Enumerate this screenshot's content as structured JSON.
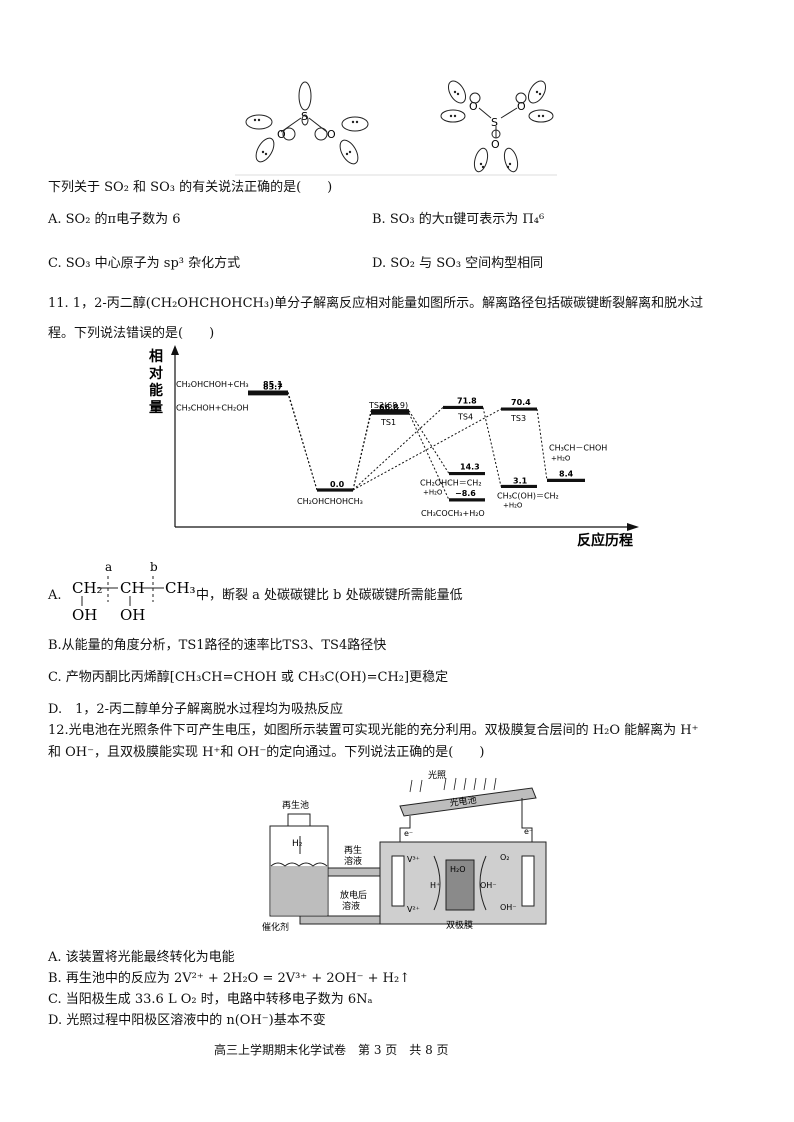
{
  "q10": {
    "stem": "下列关于 SO₂ 和 SO₃ 的有关说法正确的是(　　)",
    "options": {
      "A": "A. SO₂ 的π电子数为 6",
      "B": "B. SO₃ 的大π键可表示为 Π₄⁶",
      "C": "C. SO₃ 中心原子为 sp³ 杂化方式",
      "D": "D. SO₂ 与 SO₃ 空间构型相同"
    },
    "so2_atoms": [
      "O",
      "S",
      "O"
    ],
    "so3_atoms": [
      "O",
      "S",
      "O",
      "O"
    ]
  },
  "q11": {
    "stem_line1": "11. 1，2-丙二醇(CH₂OHCHOHCH₃)单分子解离反应相对能量如图所示。解离路径包括碳碳键断裂解离和脱水过",
    "stem_line2": "程。下列说法错误的是(　　)",
    "options": {
      "A_prefix": "A.",
      "A_text": "中，断裂 a 处碳碳键比 b 处碳碳键所需能量低",
      "B": "B.从能量的角度分析，TS1路径的速率比TS3、TS4路径快",
      "C": "C. 产物丙酮比丙烯醇[CH₃CH=CHOH 或 CH₃C(OH)=CH₂]更稳定",
      "D": "D.　1，2-丙二醇单分子解离脱水过程均为吸热反应"
    },
    "struct": {
      "a": "a",
      "b": "b",
      "c1": "CH₂",
      "c2": "CH",
      "c3": "CH₃",
      "oh1": "OH",
      "oh2": "OH"
    }
  },
  "chart_data": {
    "type": "energy_diagram",
    "ylabel": "相对能量",
    "xlabel": "反应历程",
    "levels": [
      {
        "label": "CH₂OHCHOH+CH₃",
        "value": 85.1
      },
      {
        "label": "CH₃CHOH+CH₂OH",
        "value": 83.7
      },
      {
        "label": "CH₂OHCHOHCH₃",
        "value": 0.0
      },
      {
        "label": "TS2(68.9)",
        "value": 68.9
      },
      {
        "label": "TS1",
        "value": 66.8
      },
      {
        "label": "TS4",
        "value": 71.8
      },
      {
        "label": "TS3",
        "value": 70.4
      },
      {
        "label": "CH₂OHCH＝CH₂+H₂O",
        "value": 14.3
      },
      {
        "label": "CH₃COCH₃+H₂O",
        "value": -8.6
      },
      {
        "label": "CH₃C(OH)＝CH₂+H₂O",
        "value": 3.1
      },
      {
        "label": "CH₃CH－CHOH+H₂O",
        "value": 8.4
      }
    ],
    "value_labels": [
      "85.1",
      "83.7",
      "0.0",
      "66.8",
      "71.8",
      "70.4",
      "14.3",
      "−8.6",
      "3.1",
      "8.4"
    ],
    "extra_labels": {
      "p14": "CH₂OHCH＝CH₂",
      "p14b": "+H₂O",
      "p31": "CH₃C(OH)＝CH₂",
      "p31b": "+H₂O",
      "p84": "CH₃CH－CHOH",
      "p84b": "+H₂O",
      "pm86": "CH₃COCH₃+H₂O",
      "r1": "CH₂OHCHOH+CH₃",
      "r2": "CH₃CHOH+CH₂OH",
      "r0": "CH₂OHCHOHCH₃",
      "ts2": "TS2(68.9)",
      "ts1": "TS1",
      "ts4": "TS4",
      "ts3": "TS3"
    }
  },
  "q12": {
    "stem_line1": "12.光电池在光照条件下可产生电压，如图所示装置可实现光能的充分利用。双极膜复合层间的 H₂O 能解离为 H⁺",
    "stem_line2": "和 OH⁻，且双极膜能实现 H⁺和 OH⁻的定向通过。下列说法正确的是(　　)",
    "options": {
      "A": "A. 该装置将光能最终转化为电能",
      "B": "B. 再生池中的反应为 2V²⁺ + 2H₂O = 2V³⁺ + 2OH⁻ + H₂↑",
      "C": "C. 当阳极生成 33.6 L O₂ 时，电路中转移电子数为 6Nₐ",
      "D": "D. 光照过程中阳极区溶液中的 n(OH⁻)基本不变"
    },
    "diagram": {
      "light": "光照",
      "cell": "光电池",
      "regen_pool": "再生池",
      "h2": "H₂",
      "regen_sol_1": "再生",
      "regen_sol_2": "溶液",
      "discharge_sol_1": "放电后",
      "discharge_sol_2": "溶液",
      "catalyst": "催化剂",
      "bipolar": "双极膜",
      "v3": "V³⁺",
      "v2": "V²⁺",
      "hplus": "H⁺",
      "h2o": "H₂O",
      "ohminus": "OH⁻",
      "o2": "O₂",
      "oh_r": "OH⁻",
      "e1": "e⁻",
      "e2": "e⁻"
    }
  },
  "footer": "高三上学期期末化学试卷　第 3 页　共 8 页"
}
